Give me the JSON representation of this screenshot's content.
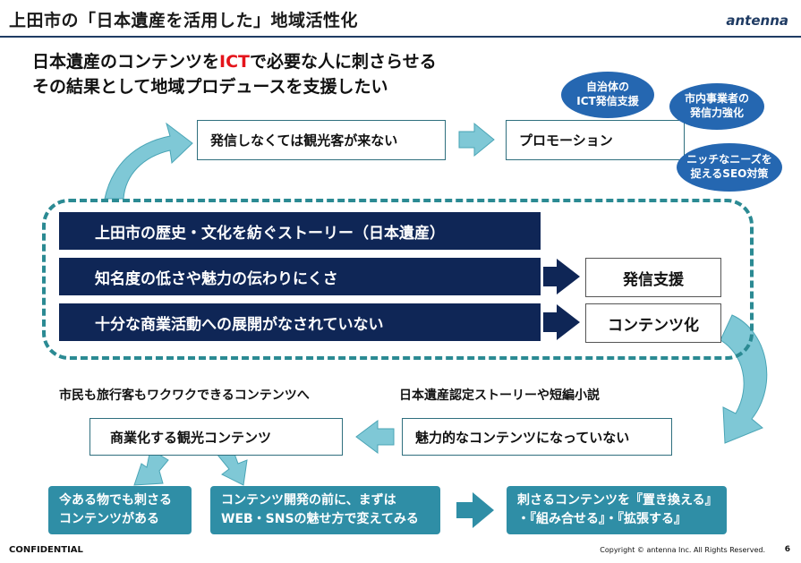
{
  "header": {
    "title": "上田市の「日本遺産を活用した」地域活性化",
    "logo": "antenna"
  },
  "headline": {
    "line1_a": "日本遺産のコンテンツを",
    "line1_ict": "ICT",
    "line1_b": "で必要な人に刺さらせる",
    "line2": "その結果として地域プロデュースを支援したい"
  },
  "flow_top": {
    "left_box": "発信しなくては観光客が来ない",
    "right_box": "プロモーション"
  },
  "bubbles": {
    "b1_line1": "自治体の",
    "b1_line2": "ICT発信支援",
    "b2_line1": "市内事業者の",
    "b2_line2": "発信力強化",
    "b3_line1": "ニッチなニーズを",
    "b3_line2": "捉えるSEO対策"
  },
  "issues": [
    "上田市の歴史・文化を紡ぐストーリー（日本遺産）",
    "知名度の低さや魅力の伝わりにくさ",
    "十分な商業活動への展開がなされていない"
  ],
  "solutions": {
    "s1": "発信支援",
    "s2": "コンテンツ化"
  },
  "middle": {
    "label_left": "市民も旅行客もワクワクできるコンテンツへ",
    "label_right": "日本遺産認定ストーリーや短編小説",
    "box_left": "商業化する観光コンテンツ",
    "box_right": "魅力的なコンテンツになっていない"
  },
  "bottom": {
    "c1_line1": "今ある物でも刺さる",
    "c1_line2": "コンテンツがある",
    "c2_line1": "コンテンツ開発の前に、まずは",
    "c2_line2": "WEB・SNSの魅せ方で変えてみる",
    "c3_line1": "刺さるコンテンツを『置き換える』",
    "c3_line2": "・『組み合せる』・『拡張する』"
  },
  "footer": {
    "confidential": "CONFIDENTIAL",
    "copyright": "Copyright © antenna Inc. All Rights Reserved.",
    "page": "6"
  },
  "colors": {
    "navy": "#0f2656",
    "teal": "#2f8ea6",
    "arrow": "#7fc8d6",
    "circle": "#2567b1",
    "accent_red": "#e4141b"
  }
}
